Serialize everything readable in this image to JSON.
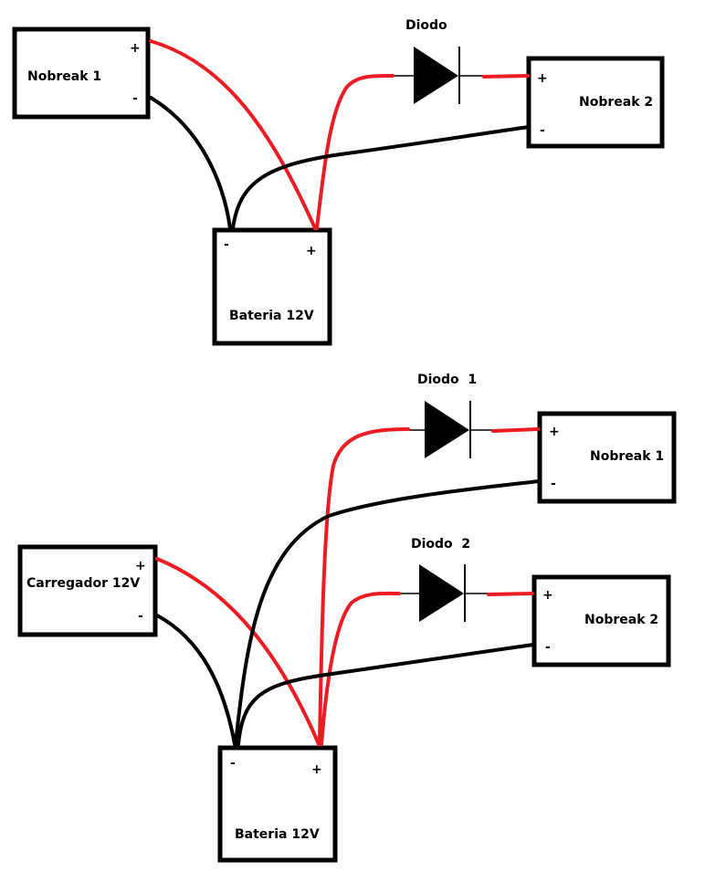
{
  "colors": {
    "positive_wire": "#ed1c24",
    "negative_wire": "#000000",
    "box_stroke": "#000000",
    "background": "#ffffff"
  },
  "terminals": {
    "positive": "+",
    "negative": "-"
  },
  "diagram_top": {
    "nobreak1": {
      "label": "Nobreak 1"
    },
    "nobreak2": {
      "label": "Nobreak 2"
    },
    "battery": {
      "label": "Bateria 12V"
    },
    "diode": {
      "label": "Diodo"
    }
  },
  "diagram_bottom": {
    "charger": {
      "label": "Carregador 12V"
    },
    "nobreak1": {
      "label": "Nobreak 1"
    },
    "nobreak2": {
      "label": "Nobreak 2"
    },
    "battery": {
      "label": "Bateria 12V"
    },
    "diode1": {
      "label": "Diodo  1"
    },
    "diode2": {
      "label": "Diodo  2"
    }
  }
}
